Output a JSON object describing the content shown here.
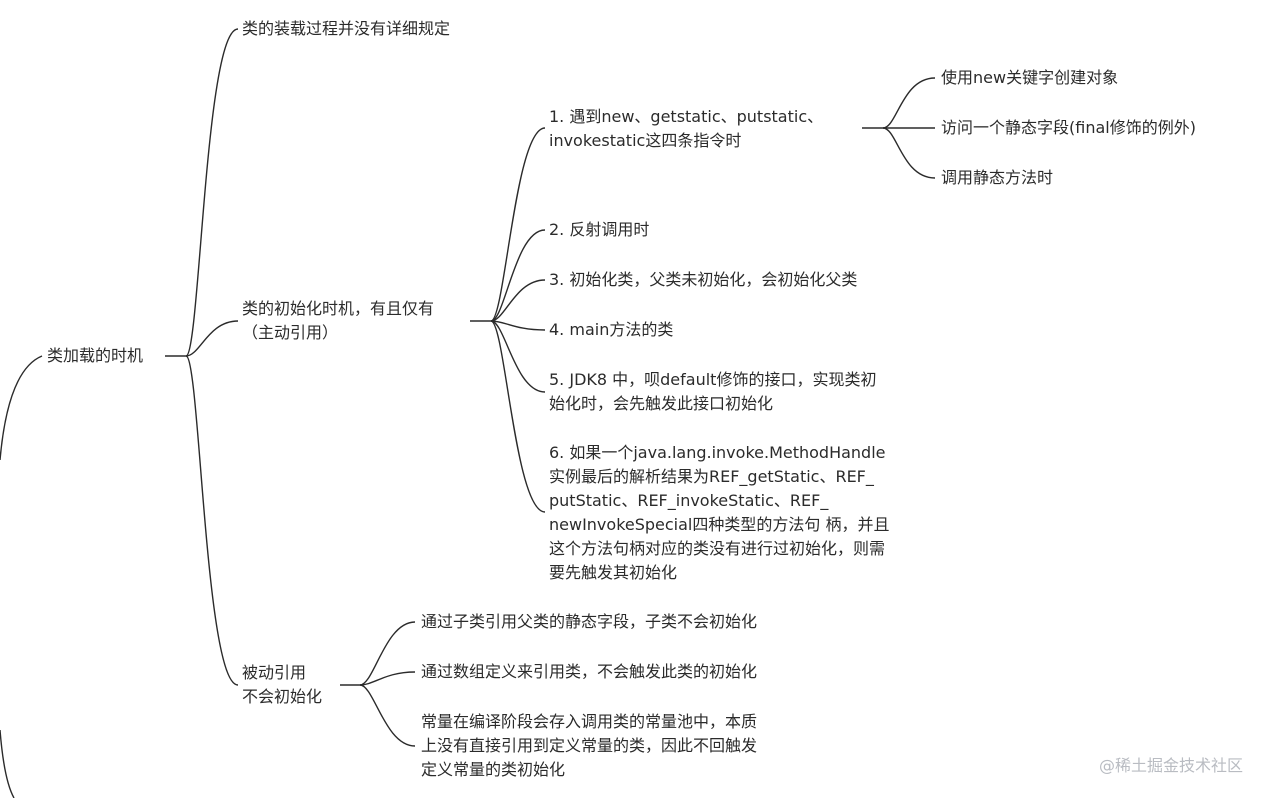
{
  "mindmap": {
    "root": "类加载的时机",
    "branch_loading": "类的装载过程并没有详细规定",
    "branch_init": "类的初始化时机，有且仅有\n（主动引用）",
    "init_items": {
      "item1": "1. 遇到new、getstatic、putstatic、\ninvokestatic这四条指令时",
      "item1_children": {
        "c1": "使用new关键字创建对象",
        "c2": "访问一个静态字段(final修饰的例外)",
        "c3": "调用静态方法时"
      },
      "item2": "2. 反射调用时",
      "item3": "3. 初始化类，父类未初始化，会初始化父类",
      "item4": "4. main方法的类",
      "item5": "5. JDK8 中，呗default修饰的接口，实现类初\n始化时，会先触发此接口初始化",
      "item6": "6. 如果一个java.lang.invoke.MethodHandle\n实例最后的解析结果为REF_getStatic、REF_\nputStatic、REF_invokeStatic、REF_\nnewInvokeSpecial四种类型的方法句 柄，并且\n这个方法句柄对应的类没有进行过初始化，则需\n要先触发其初始化"
    },
    "branch_passive": "被动引用\n不会初始化",
    "passive_items": {
      "p1": "通过子类引用父类的静态字段，子类不会初始化",
      "p2": "通过数组定义来引用类，不会触发此类的初始化",
      "p3": "常量在编译阶段会存入调用类的常量池中，本质\n上没有直接引用到定义常量的类，因此不回触发\n定义常量的类初始化"
    }
  },
  "watermark": "@稀土掘金技术社区"
}
